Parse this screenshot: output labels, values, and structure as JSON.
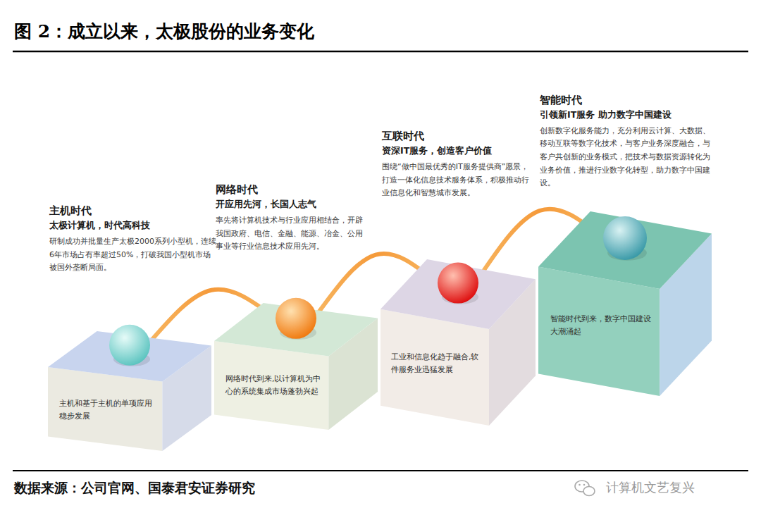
{
  "diagram": {
    "title": "图 2：成立以来，太极股份的业务变化",
    "caption": "数据来源：公司官网、国泰君安证券研究",
    "nodes": [
      {
        "text": [
          "主机时代",
          "太极计算机，时代高科技",
          "研制成功并批量生产太极2000系列小型机，连续6年市场占有率超过50%，打破我国小型机市场被国外垄断局面。",
          "主机和基于主机的单项应用稳步发展"
        ]
      },
      {
        "text": [
          "网络时代",
          "开应用先河，长国人志气",
          "率先将计算机技术与行业应用相结合，开辟我国政府、电信、金融、能源、冶金、公用事业等行业信息技术应用先河。",
          "网络时代到来,以计算机为中心的系统集成市场蓬勃兴起"
        ]
      },
      {
        "text": [
          "互联时代",
          "资深IT服务，创造客户价值",
          "围绕“做中国最优秀的IT服务提供商”愿景，打造一体化信息技术服务体系，积极推动行业信息化和智慧城市发展。",
          "工业和信息化趋于融合,软件服务业迅猛发展"
        ]
      },
      {
        "text": [
          "智能时代",
          "引领新IT服务 助力数字中国建设",
          "创新数字化服务能力，充分利用云计算、大数据、移动互联等数字化技术，与客户业务深度融合，与客户共创新的业务模式，把技术与数据资源转化为业务价值，推进行业数字化转型，助力数字中国建设。",
          "智能时代到来，数字中国建设大潮涌起"
        ]
      }
    ],
    "edges": [
      {
        "from": 0,
        "to": 1,
        "arrow": "none"
      },
      {
        "from": 1,
        "to": 2,
        "arrow": "none"
      },
      {
        "from": 2,
        "to": 3,
        "arrow": "none"
      }
    ],
    "labels": [
      "计算机文艺复兴"
    ]
  }
}
